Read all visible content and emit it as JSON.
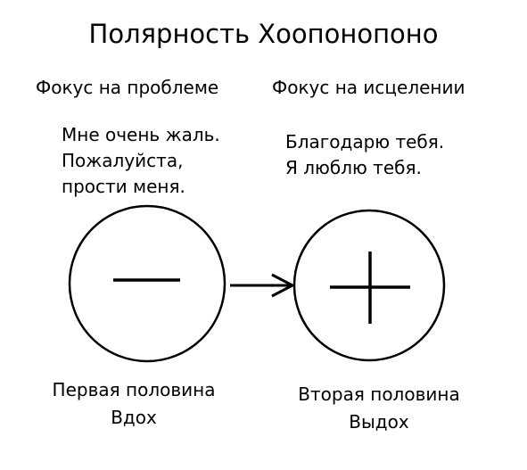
{
  "title": "Полярность Хоопонопоно",
  "left": {
    "heading": "Фокус на проблеме",
    "phrases": [
      "Мне очень жаль.",
      "Пожалуйста,",
      "прости меня."
    ],
    "symbol": "minus",
    "caption": [
      "Первая половина",
      "Вдох"
    ]
  },
  "right": {
    "heading": "Фокус на исцелении",
    "phrases": [
      "Благодарю тебя.",
      "Я люблю тебя."
    ],
    "symbol": "plus",
    "caption": [
      "Вторая половина",
      "Выдох"
    ]
  },
  "connector": "arrow-right",
  "colors": {
    "ink": "#000000",
    "background": "#ffffff"
  }
}
